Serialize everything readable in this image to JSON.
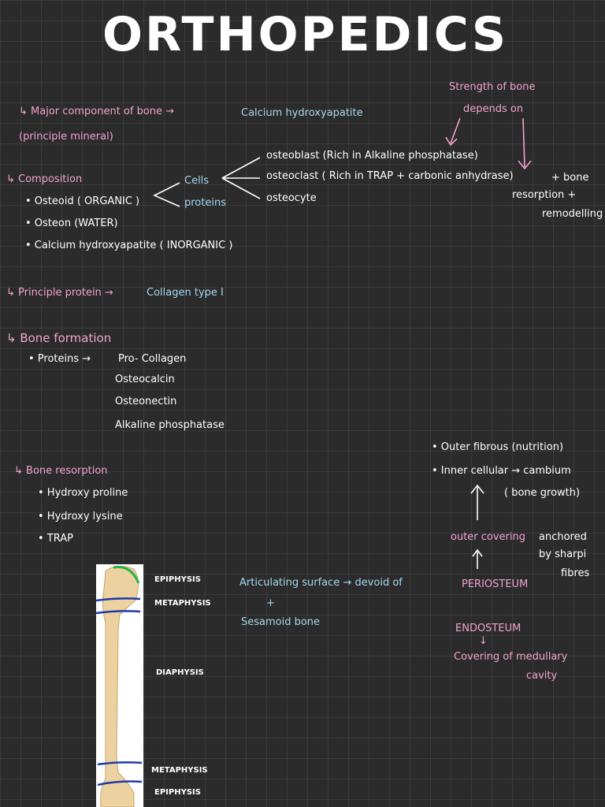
{
  "title": "ORTHOPEDICS",
  "major": {
    "left": "↳ Major component of bone →",
    "right": "Calcium hydroxyapatite",
    "note": "(principle mineral)"
  },
  "strength": {
    "line1": "Strength of bone",
    "line2": "depends on"
  },
  "composition": {
    "heading": "↳ Composition",
    "items": [
      "• Osteoid ( ORGANIC )",
      "• Osteon (WATER)",
      "• Calcium hydroxyapatite ( INORGANIC )"
    ],
    "cells": "Cells",
    "proteins": "proteins"
  },
  "cell_types": {
    "osteoblast": "osteoblast (Rich in Alkaline phosphatase)",
    "osteoclast": "osteoclast ( Rich in TRAP + carbonic anhydrase)",
    "osteocyte": "osteocyte",
    "resorption": [
      "+ bone",
      "resorption +",
      "remodelling"
    ]
  },
  "principle_protein": {
    "left": "↳ Principle protein →",
    "right": "Collagen type I"
  },
  "bone_formation": {
    "heading": "↳ Bone formation",
    "lead": "• Proteins →",
    "items": [
      "Pro- Collagen",
      "Osteocalcin",
      "Osteonectin",
      "Alkaline phosphatase"
    ]
  },
  "bone_resorption": {
    "heading": "↳ Bone resorption",
    "items": [
      "• Hydroxy proline",
      "• Hydroxy lysine",
      "• TRAP"
    ]
  },
  "periosteum": {
    "outer": "• Outer fibrous (nutrition)",
    "inner": "• Inner cellular → cambium",
    "growth": "( bone growth)",
    "covering": "outer covering",
    "anchored": [
      "anchored",
      "by sharpi",
      "fibres"
    ]
  },
  "articulating": {
    "text": "Articulating surface → devoid of",
    "periosteum": "PERIOSTEUM",
    "plus": "+",
    "sesamoid": "Sesamoid bone"
  },
  "endosteum": {
    "heading": "ENDOSTEUM",
    "arrow": "↓",
    "line1": "Covering of medullary",
    "line2": "cavity"
  },
  "bone_labels": {
    "epiphysis_top": "EPIPHYSIS",
    "metaphysis_top": "METAPHYSIS",
    "diaphysis": "DIAPHYSIS",
    "metaphysis_bottom": "METAPHYSIS",
    "epiphysis_bottom": "EPIPHYSIS"
  },
  "colors": {
    "background": "#2b2b2b",
    "pink_ink": "#f2a3cc",
    "blue_ink": "#a6d8f0",
    "bone": "#ecd2a0",
    "bone_line": "#1e3aa8",
    "cartilage": "#2bb34a"
  }
}
